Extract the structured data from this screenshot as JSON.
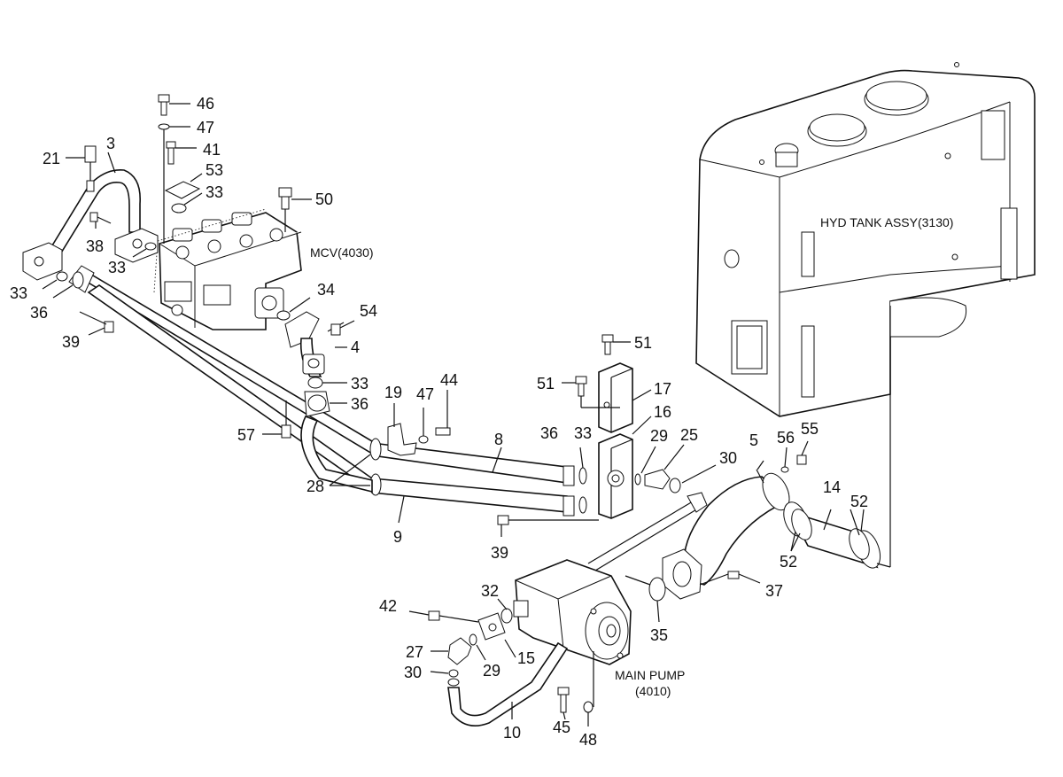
{
  "annotations": {
    "hyd_tank": "HYD TANK ASSY(3130)",
    "mcv": "MCV(4030)",
    "main_pump_line1": "MAIN PUMP",
    "main_pump_line2": "(4010)"
  },
  "part_numbers": {
    "p46": "46",
    "p47a": "47",
    "p41": "41",
    "p53": "53",
    "p33a": "33",
    "p50": "50",
    "p3": "3",
    "p21": "21",
    "p38": "38",
    "p33b": "33",
    "p33c": "33",
    "p36a": "36",
    "p39a": "39",
    "p34": "34",
    "p54": "54",
    "p4": "4",
    "p33d": "33",
    "p36b": "36",
    "p19": "19",
    "p47b": "47",
    "p44": "44",
    "p57": "57",
    "p28": "28",
    "p8": "8",
    "p9": "9",
    "p36c": "36",
    "p33e": "33",
    "p39b": "39",
    "p51a": "51",
    "p51b": "51",
    "p17": "17",
    "p16": "16",
    "p29a": "29",
    "p25": "25",
    "p30a": "30",
    "p5": "5",
    "p56": "56",
    "p55": "55",
    "p14": "14",
    "p52a": "52",
    "p52b": "52",
    "p37": "37",
    "p35": "35",
    "p32": "32",
    "p42": "42",
    "p27": "27",
    "p30b": "30",
    "p29b": "29",
    "p15": "15",
    "p10": "10",
    "p45": "45",
    "p48": "48"
  }
}
